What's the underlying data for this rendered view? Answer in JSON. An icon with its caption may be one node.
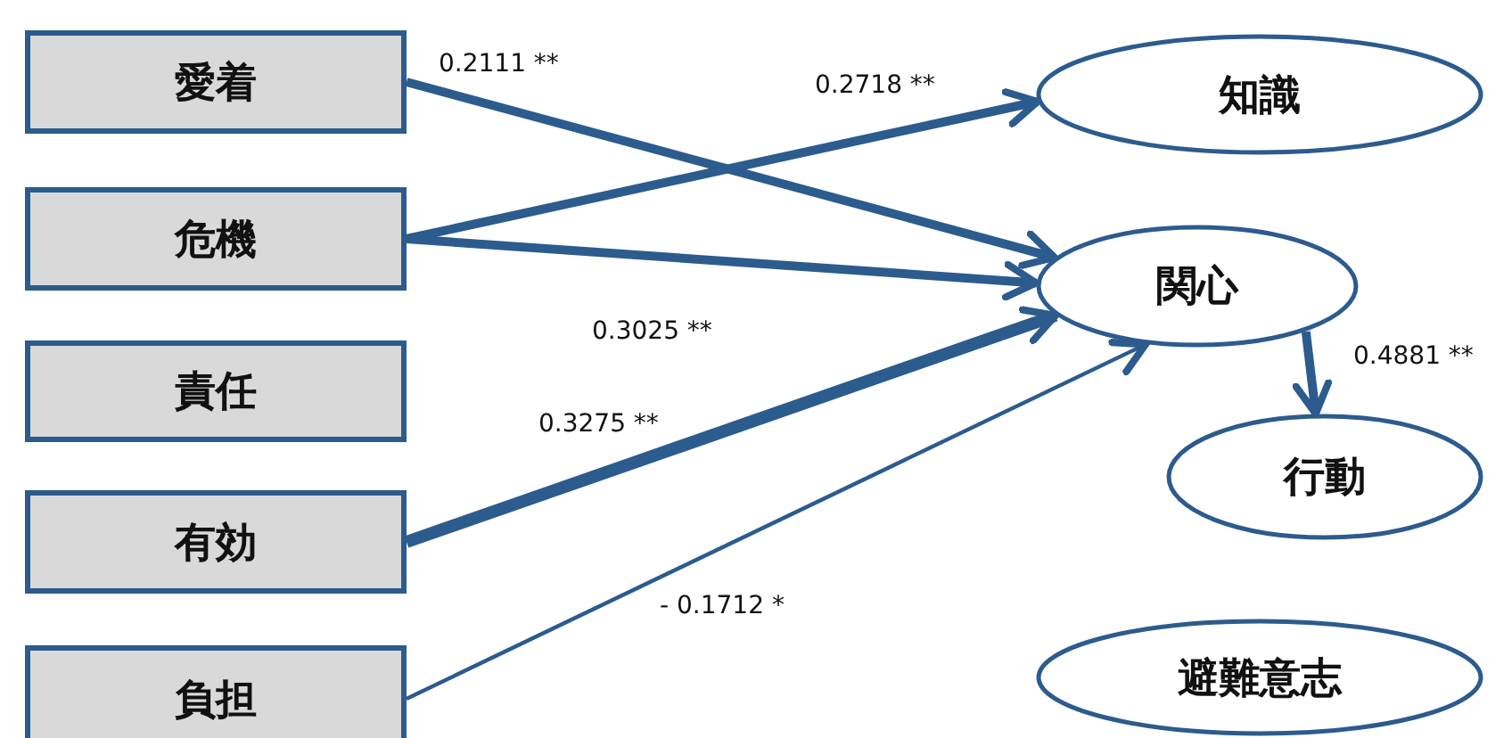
{
  "diagram": {
    "nodes": [
      {
        "text": [
          "愛着"
        ]
      },
      {
        "text": [
          "危機"
        ]
      },
      {
        "text": [
          "責任"
        ]
      },
      {
        "text": [
          "有効"
        ]
      },
      {
        "text": [
          "負担"
        ]
      },
      {
        "text": [
          "知識"
        ]
      },
      {
        "text": [
          "関心"
        ]
      },
      {
        "text": [
          "行動"
        ]
      },
      {
        "text": [
          "避難意志"
        ]
      }
    ],
    "edges": [
      {
        "from": 0,
        "to": 6,
        "arrow": "to",
        "label": "0.2111 **"
      },
      {
        "from": 1,
        "to": 5,
        "arrow": "to",
        "label": "0.2718 **"
      },
      {
        "from": 1,
        "to": 6,
        "arrow": "to",
        "label": "0.3025 **"
      },
      {
        "from": 3,
        "to": 6,
        "arrow": "to",
        "label": "0.3275 **"
      },
      {
        "from": 4,
        "to": 6,
        "arrow": "to",
        "label": "- 0.1712 *"
      },
      {
        "from": 6,
        "to": 7,
        "arrow": "to",
        "label": "0.4881 **"
      }
    ]
  }
}
